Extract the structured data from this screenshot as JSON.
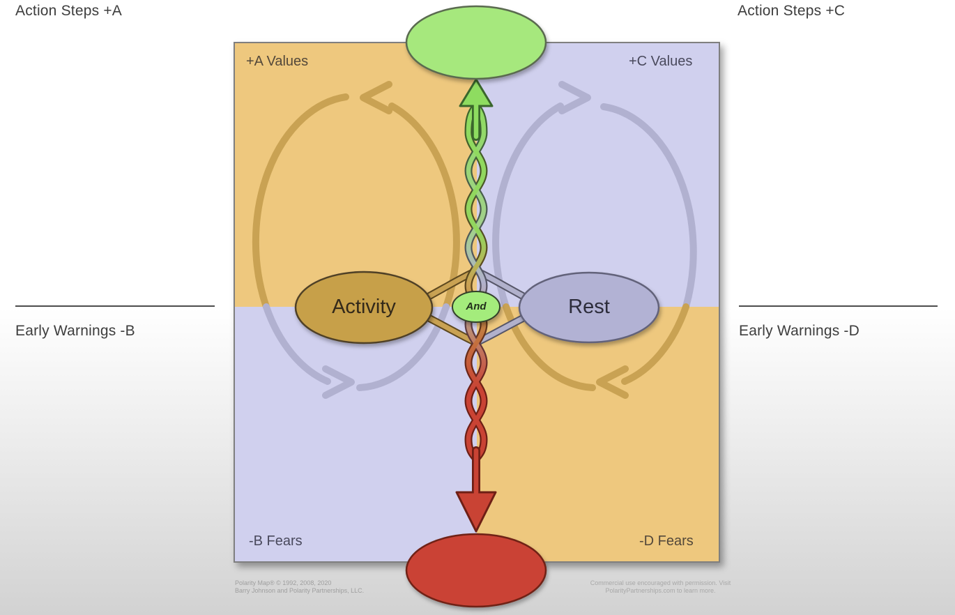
{
  "outer_labels": {
    "action_steps_a": "Action Steps  +A",
    "action_steps_c": "Action Steps  +C",
    "early_warnings_b": "Early Warnings  -B",
    "early_warnings_d": "Early Warnings -D"
  },
  "map": {
    "quadrants": {
      "top_left": {
        "label": "+A Values",
        "color": "#eec87e"
      },
      "top_right": {
        "label": "+C Values",
        "color": "#d0d0ee"
      },
      "bottom_left": {
        "label": "-B Fears",
        "color": "#d0d0ee"
      },
      "bottom_right": {
        "label": "-D Fears",
        "color": "#eec87e"
      }
    },
    "poles": {
      "left": {
        "label": "Activity",
        "color": "#c7a04a"
      },
      "right": {
        "label": "Rest",
        "color": "#b2b2d4"
      },
      "and": {
        "label": "And",
        "color": "#a4ec7c"
      }
    },
    "upper_outcome_color": "#a6e87d",
    "lower_outcome_color": "#ca4334",
    "flow_colors": {
      "tan": "#c9a253",
      "gray": "#b1b1d0"
    }
  },
  "footer": {
    "left_line1": "Polarity Map® © 1992, 2008, 2020",
    "left_line2": "Barry Johnson and Polarity Partnerships, LLC.",
    "right_line1": "Commercial use encouraged with permission. Visit",
    "right_line2": "PolarityPartnerships.com to learn more."
  }
}
